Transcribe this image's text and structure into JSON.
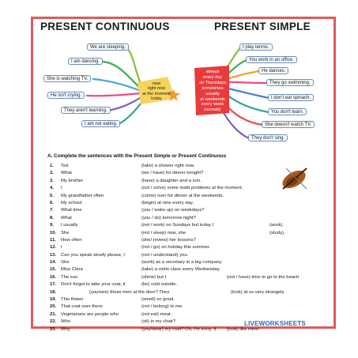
{
  "titles": {
    "left": "PRESENT CONTINUOUS",
    "right": "PRESENT SIMPLE"
  },
  "left_map": {
    "center": [
      "now",
      "right now",
      "at the moment",
      "today"
    ],
    "boxes": [
      "We are sleeping.",
      "I am dancing.",
      "She is watching TV.",
      "He isn't crying.",
      "They aren't learning.",
      "I am not eating."
    ]
  },
  "right_map": {
    "center": [
      "always",
      "every day",
      "on Thursdays",
      "sometimes",
      "usually",
      "at weekends",
      "every week",
      "normally"
    ],
    "boxes": [
      "I play tennis.",
      "You work in an office.",
      "He dances.",
      "They go swimming.",
      "I don't eat spinach.",
      "You don't learn.",
      "She doesn't watch TV.",
      "They don't sing."
    ]
  },
  "colors": {
    "frame": "#e05a5a",
    "left_center_fill": "#f7d35a",
    "right_center_fill": "#e83c3c",
    "box_border": "#6a8fc0"
  },
  "exercise": {
    "heading": "A. Complete the sentences with the Present Simple or Present Continuous",
    "rows": [
      {
        "n": "1.",
        "a": "Ted",
        "b": "(take) a shower right now.",
        "c": ""
      },
      {
        "n": "2.",
        "a": "What",
        "b": "(we / have) for dinner tonight?",
        "c": ""
      },
      {
        "n": "3.",
        "a": "My brother",
        "b": "(have) a daughter and a son.",
        "c": ""
      },
      {
        "n": "4.",
        "a": "I",
        "b": "(not / solve) some math problems at the moment.",
        "c": ""
      },
      {
        "n": "5.",
        "a": "My grandfather often",
        "b": "(come) over for dinner at the weekends.",
        "c": ""
      },
      {
        "n": "6.",
        "a": "My school",
        "b": "(begin) at nine every day.",
        "c": ""
      },
      {
        "n": "7.",
        "a": "What time",
        "b": "(you / wake up) on weekdays?",
        "c": ""
      },
      {
        "n": "8.",
        "a": "What",
        "b": "(you / do) tomorrow night?",
        "c": ""
      },
      {
        "n": "9.",
        "a": "I          usually",
        "b": "(not / work) on Sundays but today I",
        "c": "(work)."
      },
      {
        "n": "10.",
        "a": "She",
        "b": "(not / sleep) now, she",
        "c": "(study)."
      },
      {
        "n": "11.",
        "a": "How often",
        "b": "(she/ review) her lessons?",
        "c": ""
      },
      {
        "n": "12.",
        "a": "I",
        "b": "(not / go) on holiday this summer.",
        "c": ""
      },
      {
        "n": "13.",
        "a": "Can you speak slowly please, I",
        "b": "(not / understand) you.",
        "c": ""
      },
      {
        "n": "14.",
        "a": "She",
        "b": "(work) as a secretary in a big company.",
        "c": ""
      },
      {
        "n": "15.",
        "a": "Miss Clara",
        "b": "(take) a violin class every Wednesday.",
        "c": ""
      },
      {
        "n": "16.",
        "a": "The sun",
        "b": "(shine) but I",
        "c": "(not / have) time to go to the beach"
      },
      {
        "n": "17.",
        "a": "Don't forget to take your coat, it",
        "b": "(be) cold outside.",
        "c": ""
      },
      {
        "n": "18.",
        "a": "(you/see) those men at the door?  They",
        "b": "",
        "c": "(look) at us very strangely."
      },
      {
        "n": "19.",
        "a": "This flower",
        "b": "(smell) so good.",
        "c": ""
      },
      {
        "n": "20.",
        "a": "That coat over there",
        "b": "(not / belong) to me.",
        "c": ""
      },
      {
        "n": "21.",
        "a": "Vegetarians are people who",
        "b": "(not eat) meat.",
        "c": ""
      },
      {
        "n": "22.",
        "a": "Who",
        "b": "(sit) in my chair?",
        "c": ""
      },
      {
        "n": "23.",
        "a": "Why",
        "b": "(you/wear) my coat? Oh, I'm sorry. It",
        "c": "(look) like mine!"
      }
    ]
  },
  "footer": {
    "logo": "LIVEWORKSHEETS"
  }
}
